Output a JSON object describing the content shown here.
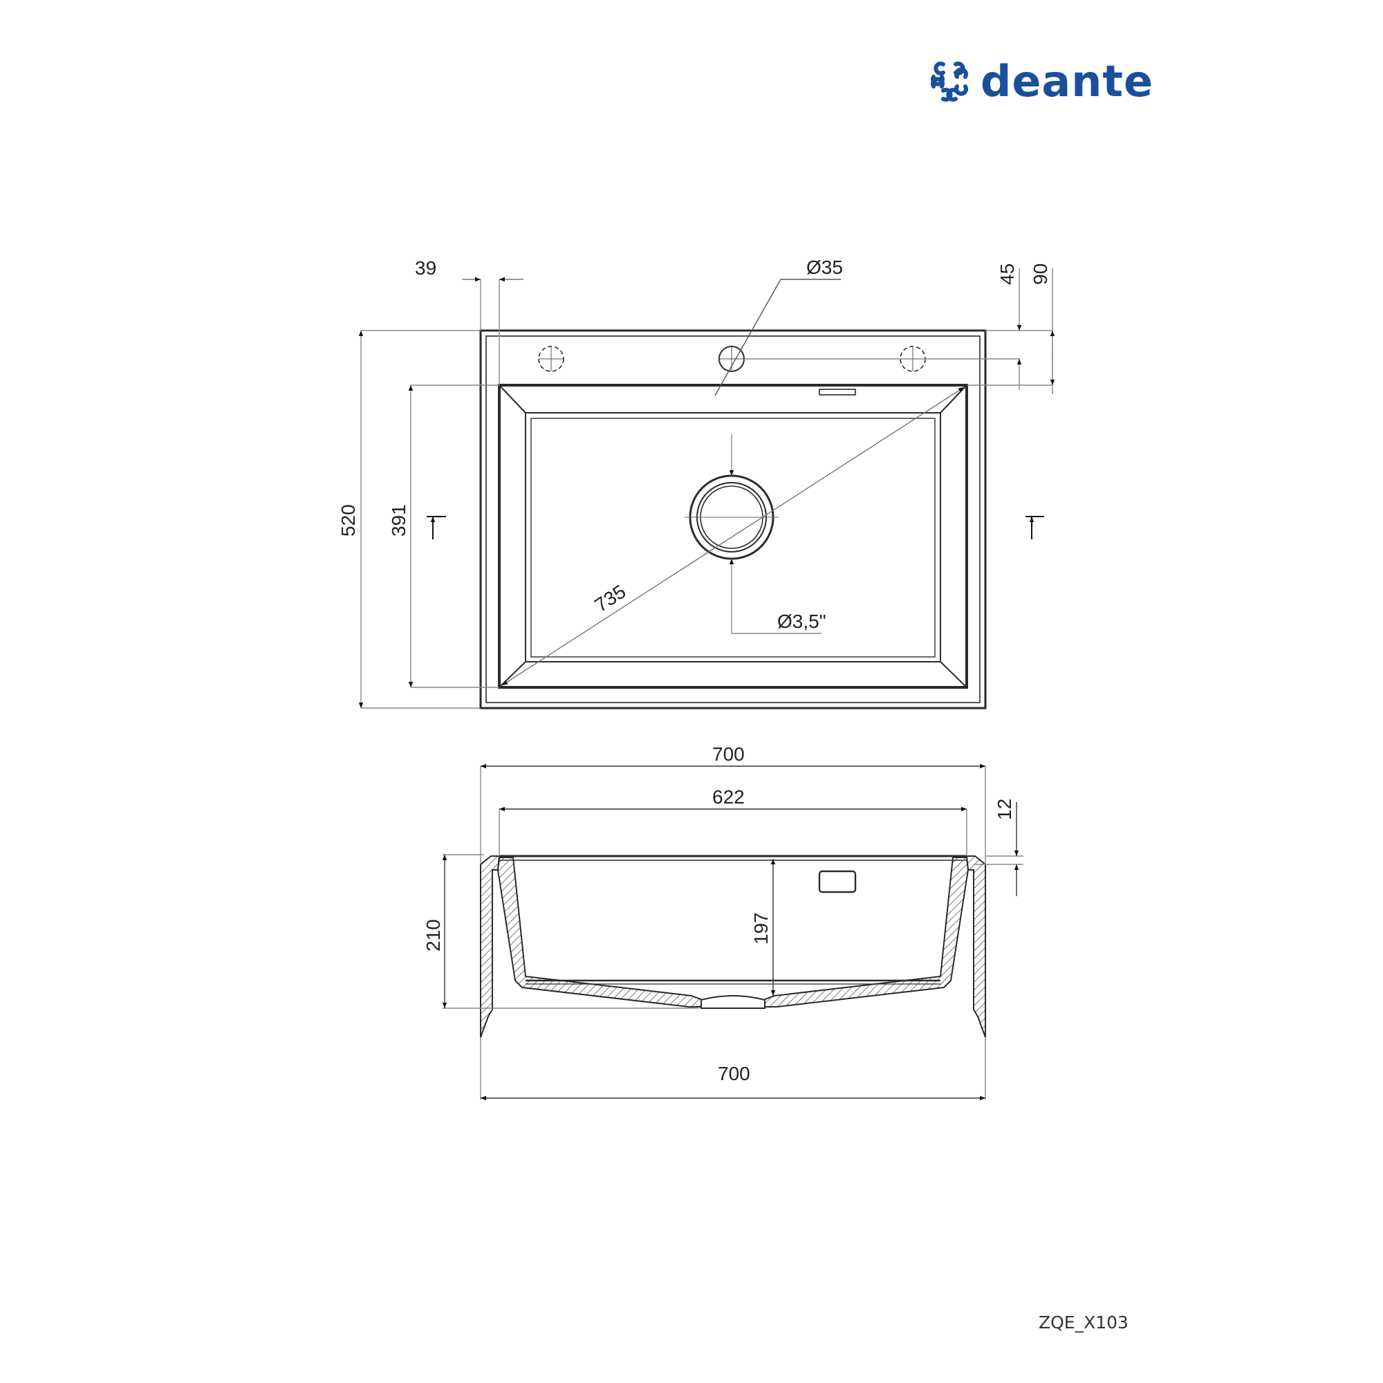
{
  "brand": {
    "name": "deante",
    "color": "#1a4f9c",
    "logo_icon": "deante-swirl-logo-icon"
  },
  "drawing_code": "ZQE_X103",
  "top_view": {
    "dimensions": {
      "rim_offset": "39",
      "tap_hole_diameter": "Ø35",
      "tap_hole_offset": "45",
      "bowl_offset_top": "90",
      "overall_depth": "520",
      "bowl_depth": "391",
      "diagonal": "735",
      "drain_diameter": "Ø3,5\""
    }
  },
  "section_view": {
    "dimensions": {
      "overall_width_top": "700",
      "bowl_width": "622",
      "rim_thickness": "12",
      "overall_height": "210",
      "bowl_height": "197",
      "overall_width_bottom": "700"
    }
  },
  "colors": {
    "line": "#2a2a2a",
    "dim_line": "#777777",
    "hatch": "#555555"
  }
}
